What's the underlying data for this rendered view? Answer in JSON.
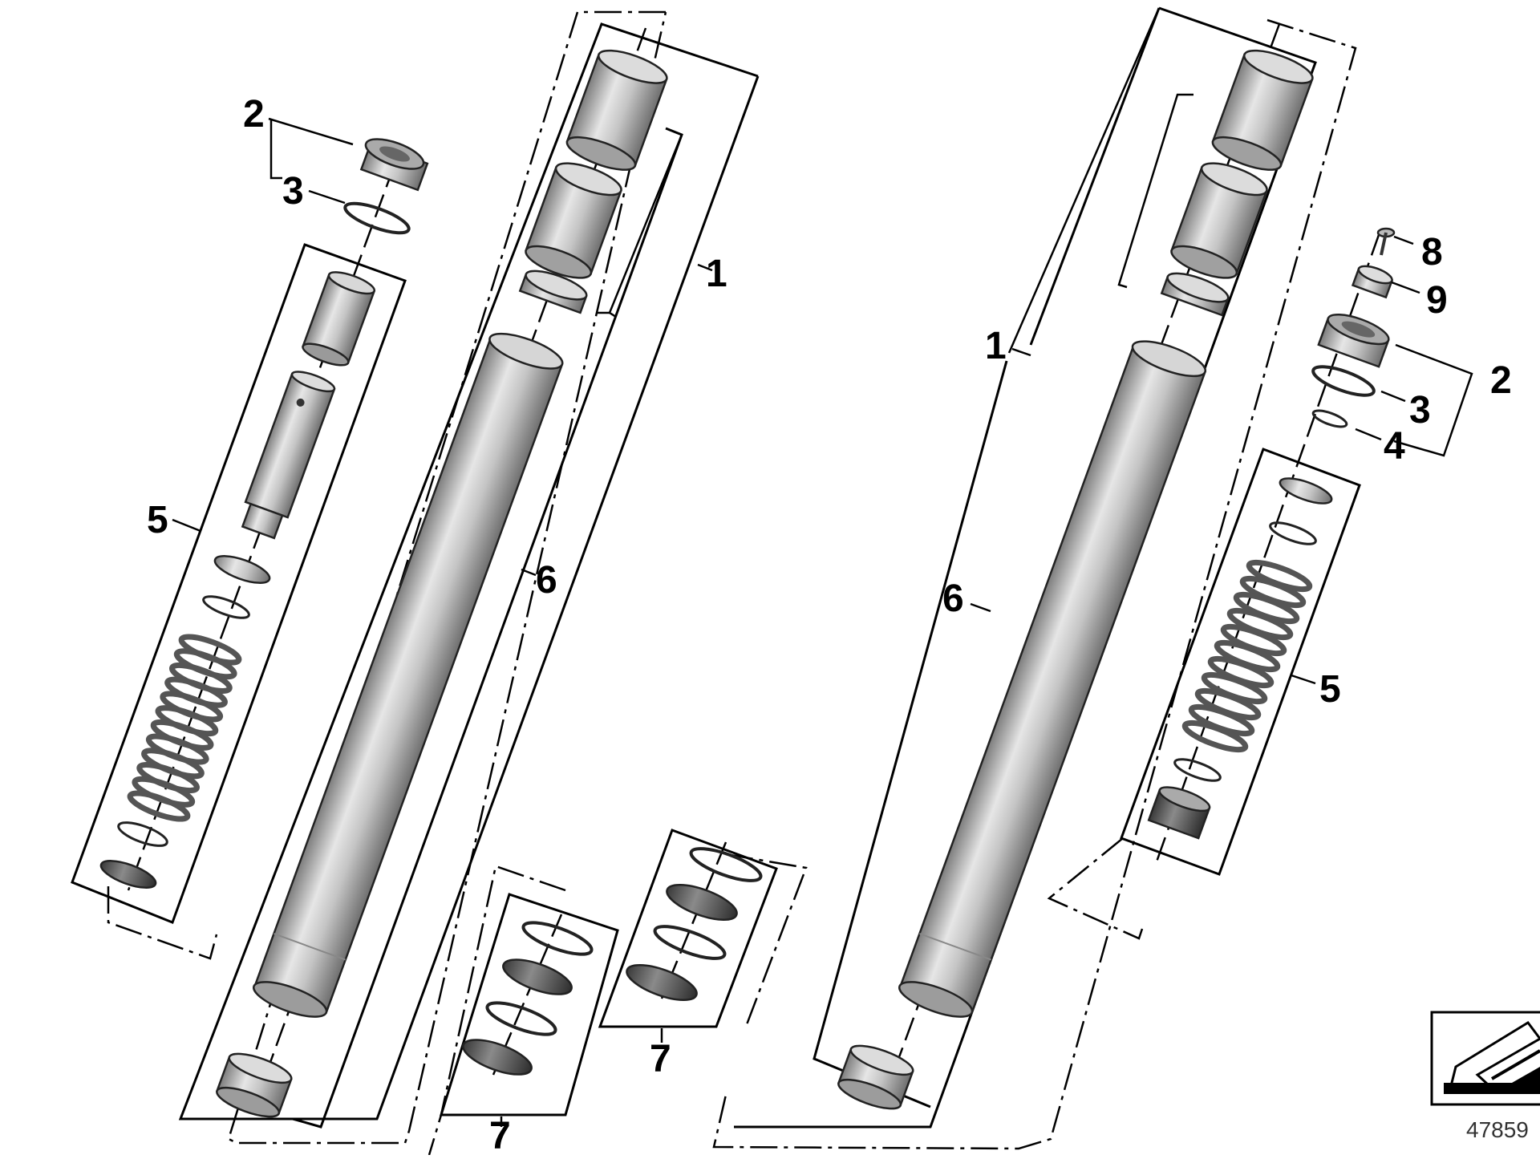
{
  "callouts": [
    {
      "id": "c-left-2",
      "text": "2"
    },
    {
      "id": "c-left-3",
      "text": "3"
    },
    {
      "id": "c-left-5",
      "text": "5"
    },
    {
      "id": "c-mid-1",
      "text": "1"
    },
    {
      "id": "c-mid-6",
      "text": "6"
    },
    {
      "id": "c-mid-7a",
      "text": "7"
    },
    {
      "id": "c-mid-7b",
      "text": "7"
    },
    {
      "id": "c-right-1",
      "text": "1"
    },
    {
      "id": "c-right-6",
      "text": "6"
    },
    {
      "id": "c-right-8",
      "text": "8"
    },
    {
      "id": "c-right-9",
      "text": "9"
    },
    {
      "id": "c-right-2",
      "text": "2"
    },
    {
      "id": "c-right-3",
      "text": "3"
    },
    {
      "id": "c-right-4",
      "text": "4"
    },
    {
      "id": "c-right-5",
      "text": "5"
    }
  ],
  "drawing_number": "47859"
}
